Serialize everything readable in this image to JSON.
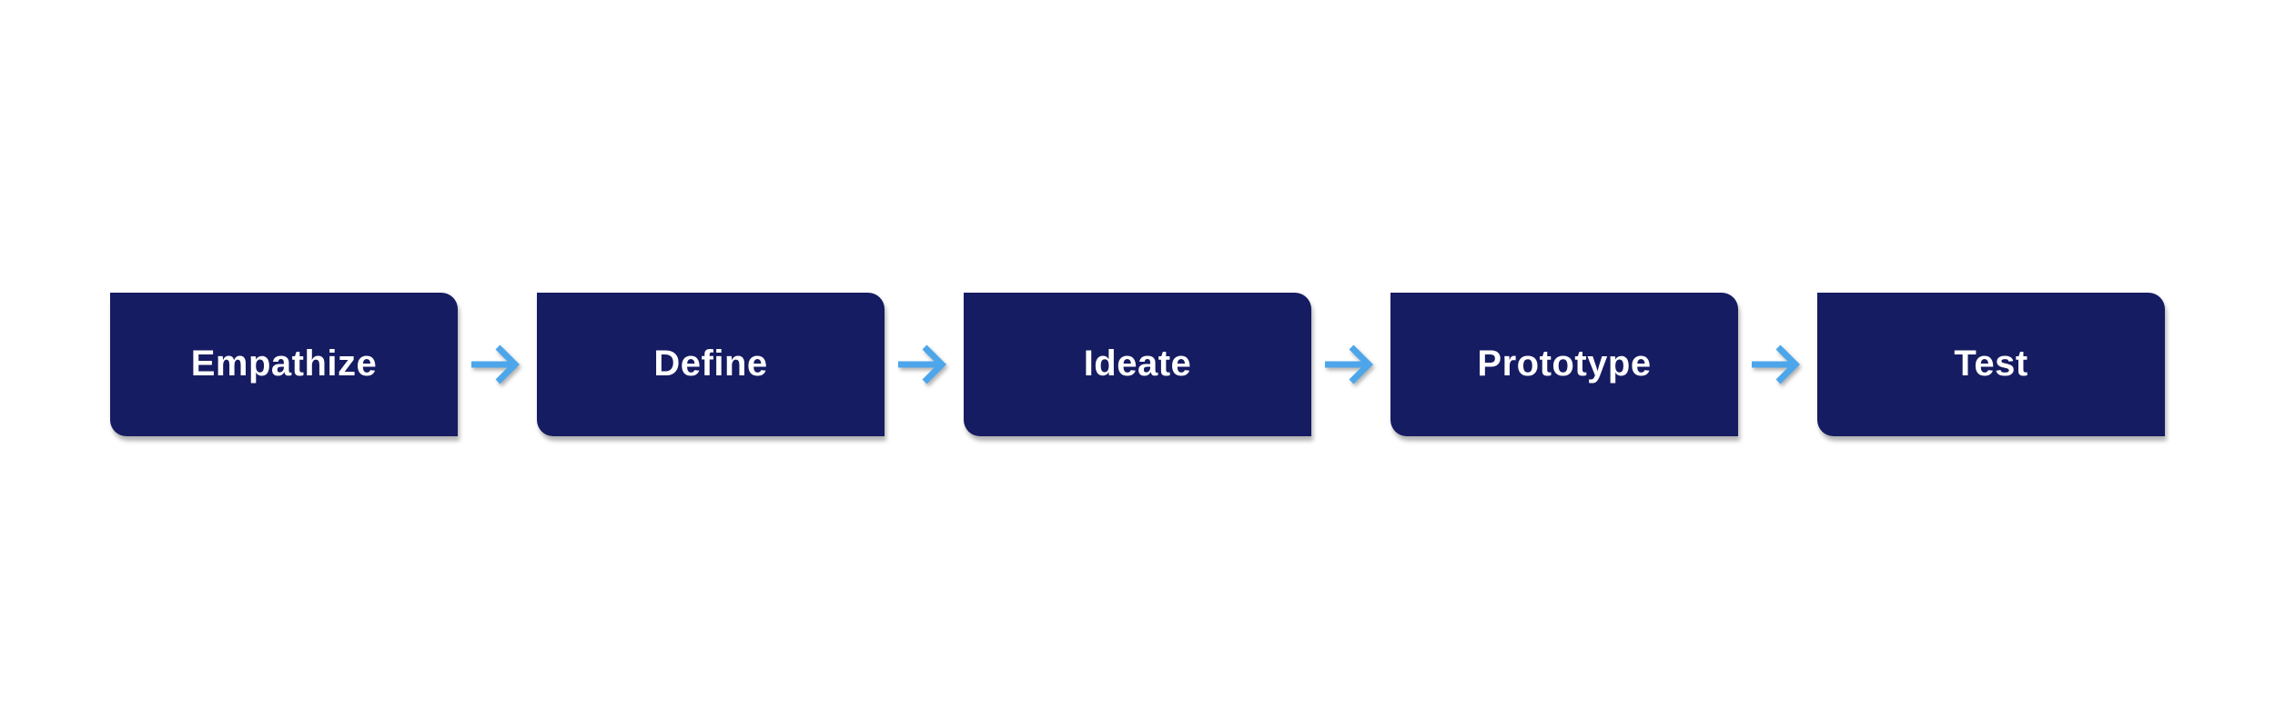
{
  "process": {
    "steps": [
      {
        "label": "Empathize"
      },
      {
        "label": "Define"
      },
      {
        "label": "Ideate"
      },
      {
        "label": "Prototype"
      },
      {
        "label": "Test"
      }
    ],
    "connector_icon": "right-arrow",
    "colors": {
      "box": "#161C62",
      "arrow": "#4DA6EA",
      "label": "#FFFFFF",
      "background": "#FFFFFF"
    }
  }
}
